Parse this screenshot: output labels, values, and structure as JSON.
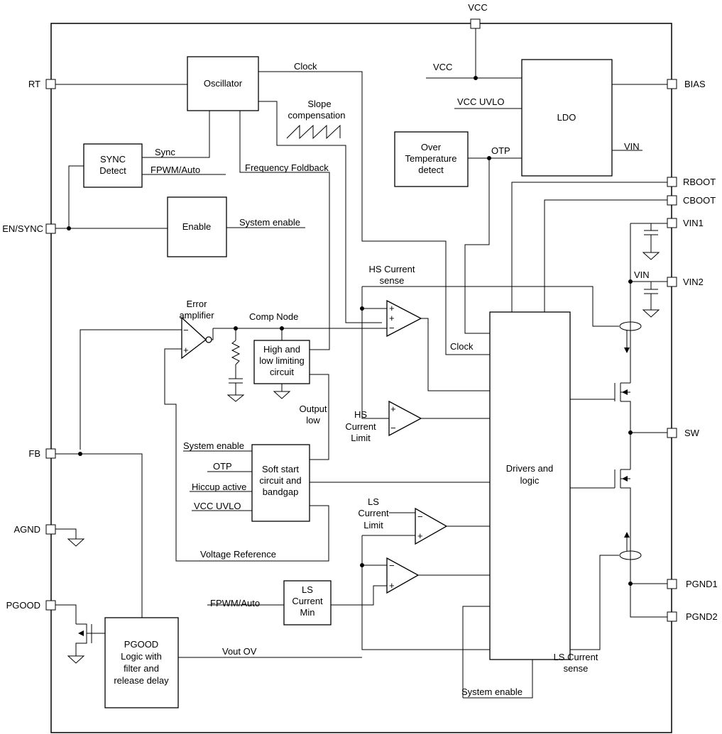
{
  "pins": {
    "vcc": "VCC",
    "rt": "RT",
    "en_sync": "EN/SYNC",
    "fb": "FB",
    "agnd": "AGND",
    "pgood": "PGOOD",
    "bias": "BIAS",
    "rboot": "RBOOT",
    "cboot": "CBOOT",
    "vin1": "VIN1",
    "vin2": "VIN2",
    "sw": "SW",
    "pgnd1": "PGND1",
    "pgnd2": "PGND2"
  },
  "blocks": {
    "oscillator": "Oscillator",
    "sync_detect": [
      "SYNC",
      "Detect"
    ],
    "enable": "Enable",
    "ldo": "LDO",
    "over_temp": [
      "Over",
      "Temperature",
      "detect"
    ],
    "limiting": [
      "High and",
      "low limiting",
      "circuit"
    ],
    "soft_start": [
      "Soft start",
      "circuit and",
      "bandgap"
    ],
    "drivers": [
      "Drivers and",
      "logic"
    ],
    "ls_current_min": [
      "LS",
      "Current",
      "Min"
    ],
    "pgood_logic": [
      "PGOOD",
      "Logic with",
      "filter and",
      "release delay"
    ]
  },
  "signals": {
    "clock_top": "Clock",
    "vcc": "VCC",
    "vcc_uvlo_top": "VCC UVLO",
    "otp_top": "OTP",
    "vin_ldo": "VIN",
    "slope_comp": [
      "Slope",
      "compensation"
    ],
    "sync": "Sync",
    "fpwm_top": "FPWM/Auto",
    "freq_foldback": "Frequency Foldback",
    "system_enable_top": "System enable",
    "hs_current_sense": [
      "HS Current",
      "sense"
    ],
    "vin_mid": "VIN",
    "error_amp": [
      "Error",
      "amplifier"
    ],
    "comp_node": "Comp Node",
    "clock_mid": "Clock",
    "output_low": [
      "Output",
      "low"
    ],
    "hs_current_limit": [
      "HS",
      "Current",
      "Limit"
    ],
    "system_enable_mid": "System enable",
    "otp_mid": "OTP",
    "hiccup": "Hiccup active",
    "vcc_uvlo_mid": "VCC UVLO",
    "voltage_ref": "Voltage Reference",
    "ls_current_limit": [
      "LS",
      "Current",
      "Limit"
    ],
    "fpwm_bottom": "FPWM/Auto",
    "vout_ov": "Vout OV",
    "ls_current_sense": [
      "LS Current",
      "sense"
    ],
    "system_enable_bottom": "System enable"
  },
  "opamp_signs": {
    "plus": "+",
    "minus": "−"
  }
}
